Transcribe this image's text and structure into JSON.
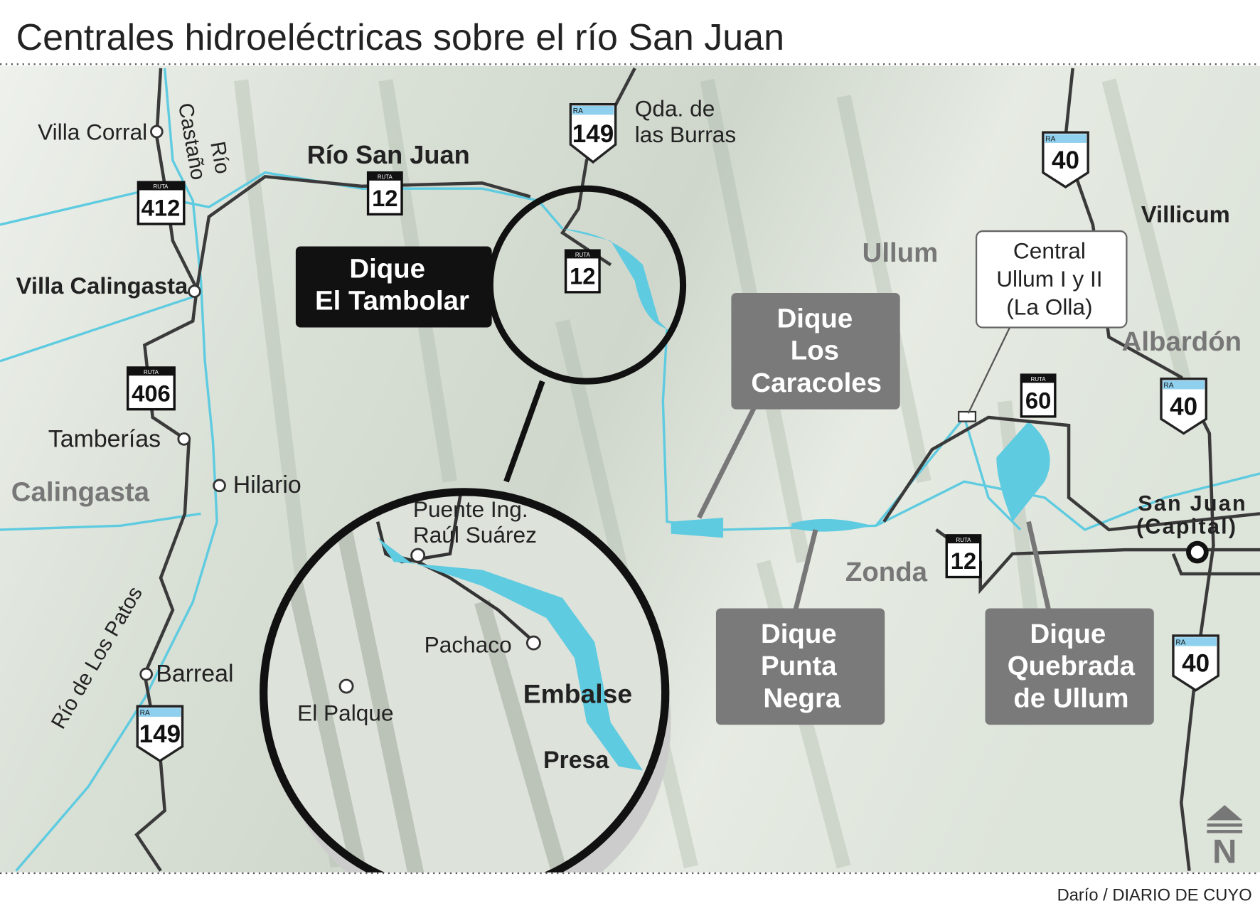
{
  "title": "Centrales hidroeléctricas sobre el río San Juan",
  "credit": "Darío / DIARIO DE CUYO",
  "colors": {
    "river": "#5ecbe0",
    "road": "#3a3a3a",
    "gray_box": "#7a7a7a",
    "black_box": "#111111",
    "terrain": "#e4e9e1"
  },
  "places": {
    "villa_corral": "Villa Corral",
    "rio_castano_1": "Río",
    "rio_castano_2": "Castaño",
    "rio_san_juan": "Río San Juan",
    "villa_calingasta": "Villa Calingasta",
    "tamberias": "Tamberías",
    "calingasta": "Calingasta",
    "hilario": "Hilario",
    "rio_de_los_patos": "Río de Los Patos",
    "barreal": "Barreal",
    "qda_1": "Qda. de",
    "qda_2": "las Burras",
    "ullum": "Ullum",
    "villicum": "Villicum",
    "albardon": "Albardón",
    "zonda": "Zonda",
    "san_juan_1": "San Juan",
    "san_juan_2": "(Capital)",
    "puente_1": "Puente Ing.",
    "puente_2": "Raúl Suárez",
    "pachaco": "Pachaco",
    "el_palque": "El Palque",
    "embalse": "Embalse",
    "presa": "Presa"
  },
  "dams": {
    "tambolar": [
      "Dique",
      "El Tambolar"
    ],
    "caracoles": [
      "Dique",
      "Los",
      "Caracoles"
    ],
    "punta_negra": [
      "Dique",
      "Punta",
      "Negra"
    ],
    "quebrada": [
      "Dique",
      "Quebrada",
      "de Ullum"
    ],
    "central": [
      "Central",
      "Ullum I y II",
      "(La Olla)"
    ]
  },
  "shields": {
    "ra_label": "RA",
    "ruta_label": "RUTA",
    "r149a": "149",
    "r40a": "40",
    "r40b": "40",
    "r40c": "40",
    "r149b": "149",
    "r412": "412",
    "r12a": "12",
    "r12b": "12",
    "r406": "406",
    "r60": "60",
    "r12c": "12"
  },
  "north": "N"
}
